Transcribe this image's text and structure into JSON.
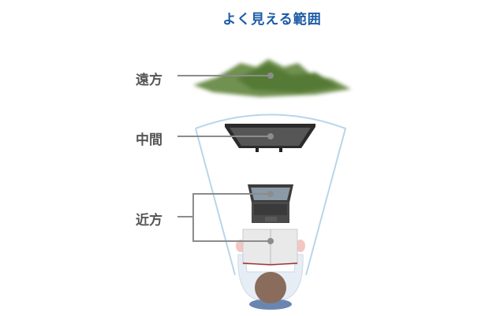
{
  "title": "よく見える範囲",
  "labels": {
    "far": "遠方",
    "middle": "中間",
    "near": "近方"
  },
  "colors": {
    "title": "#1b5aa6",
    "label": "#555555",
    "leader_line": "#8c8c8c",
    "view_range": "#b8d6e8",
    "mountain": "#5d7f3e"
  }
}
